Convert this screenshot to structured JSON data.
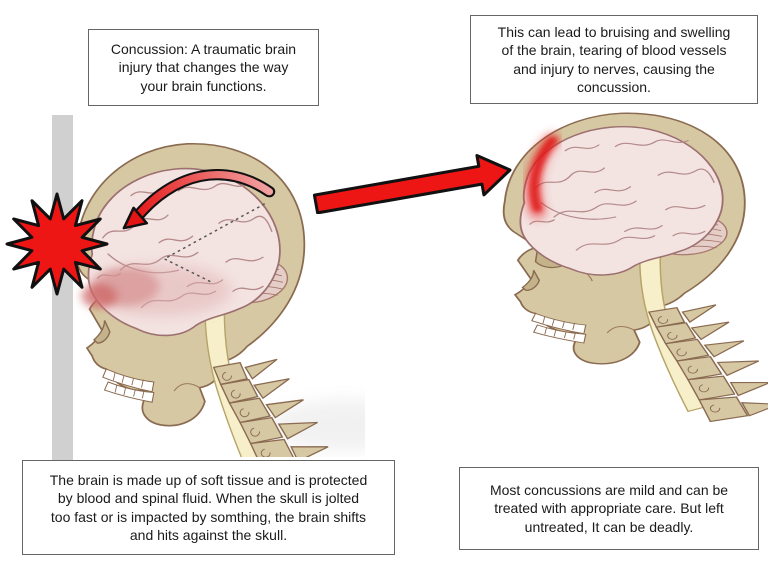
{
  "diagram": {
    "topic": "Concussion infographic",
    "boxes": {
      "top_left": "Concussion: A traumatic brain\ninjury that changes the way\nyour brain functions.",
      "top_right": "This can lead to bruising and swelling\nof the brain, tearing of blood vessels\nand injury to nerves, causing the\nconcussion.",
      "bottom_left": "The brain is made up of soft tissue and is protected\nby blood and spinal fluid. When the skull  is jolted\ntoo fast or is impacted by somthing, the brain shifts\nand hits against the skull.",
      "bottom_right": "Most concussions are mild and can be\ntreated with appropriate care. But left\nuntreated, It can be deadly."
    },
    "icons": {
      "impact_starburst": "red starburst showing head impact against wall",
      "transition_arrow": "large red arrow pointing from left skull to right skull",
      "brain_motion_arrow": "curved red arrow showing brain shifting forward inside skull",
      "previous_brain_position": "dotted outline of brain position before impact"
    },
    "illustrations": {
      "left": "skull profile hitting gray wall, brain shifted forward with contusion",
      "right": "skull profile with red bruised area on frontal lobe of brain"
    },
    "colors": {
      "accent_red": "#ee1515",
      "wall_gray": "#d0d0d0",
      "bone_tan": "#d6c8a2",
      "bone_outline": "#8a6a50",
      "brain_pink": "#f3e3e1",
      "bruise_red": "#e01818",
      "box_border": "#666666",
      "background": "#ffffff"
    }
  }
}
